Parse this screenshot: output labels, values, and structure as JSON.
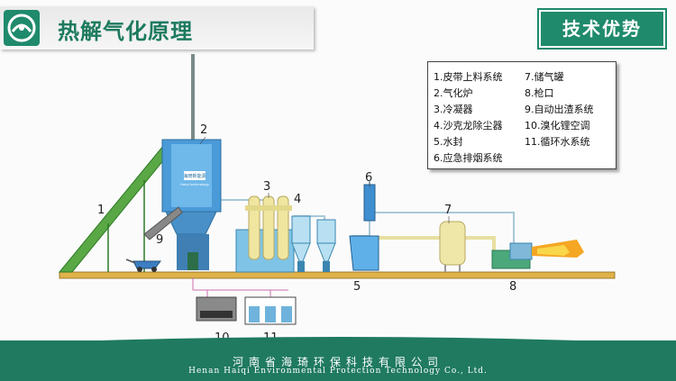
{
  "header": {
    "title": "热解气化原理",
    "advantage_button": "技术优势"
  },
  "legend": {
    "left": [
      "1.皮带上料系统",
      "2.气化炉",
      "3.冷凝器",
      "4.沙克龙除尘器",
      "5.水封",
      "6.应急排烟系统"
    ],
    "right": [
      "7.储气罐",
      "8.枪口",
      "9.自动出渣系统",
      "10.溴化锂空调",
      "11.循环水系统"
    ]
  },
  "callouts": [
    "1",
    "2",
    "3",
    "4",
    "5",
    "6",
    "7",
    "8",
    "9",
    "10",
    "11"
  ],
  "furnace_label": "海琦新能源",
  "furnace_sublabel": "Haiqi technology",
  "footer": {
    "company_cn": "河南省海琦环保科技有限公司",
    "company_en": "Henan Haiqi Environmental Protection Technology Co., Ltd."
  },
  "colors": {
    "brand": "#1f8a6c",
    "equipment": "#7fc4e6",
    "flame": "#f5a623"
  }
}
